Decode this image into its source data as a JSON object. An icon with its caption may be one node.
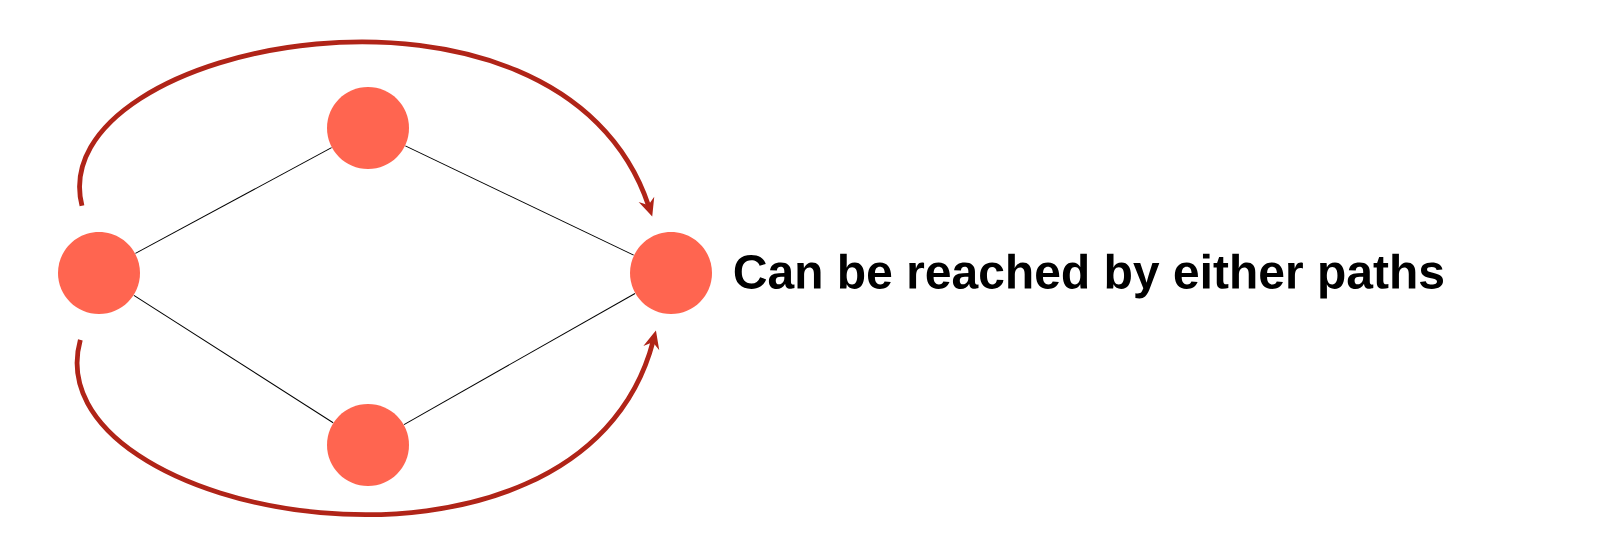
{
  "diagram": {
    "nodes": [
      {
        "text": [],
        "shape": "circle"
      },
      {
        "text": [],
        "shape": "circle"
      },
      {
        "text": [],
        "shape": "circle"
      },
      {
        "text": [],
        "shape": "circle",
        "beside": [
          "Can be reached by either paths"
        ]
      }
    ],
    "edges": [
      {
        "from": 0,
        "to": 1,
        "arrow": "none"
      },
      {
        "from": 1,
        "to": 3,
        "arrow": "none"
      },
      {
        "from": 0,
        "to": 2,
        "arrow": "none"
      },
      {
        "from": 2,
        "to": 3,
        "arrow": "none"
      },
      {
        "from": 0,
        "to": 3,
        "arrow": "to",
        "style": "thick",
        "color": "#b02418"
      },
      {
        "from": 0,
        "to": 3,
        "arrow": "to",
        "style": "thick",
        "color": "#b02418"
      }
    ]
  }
}
